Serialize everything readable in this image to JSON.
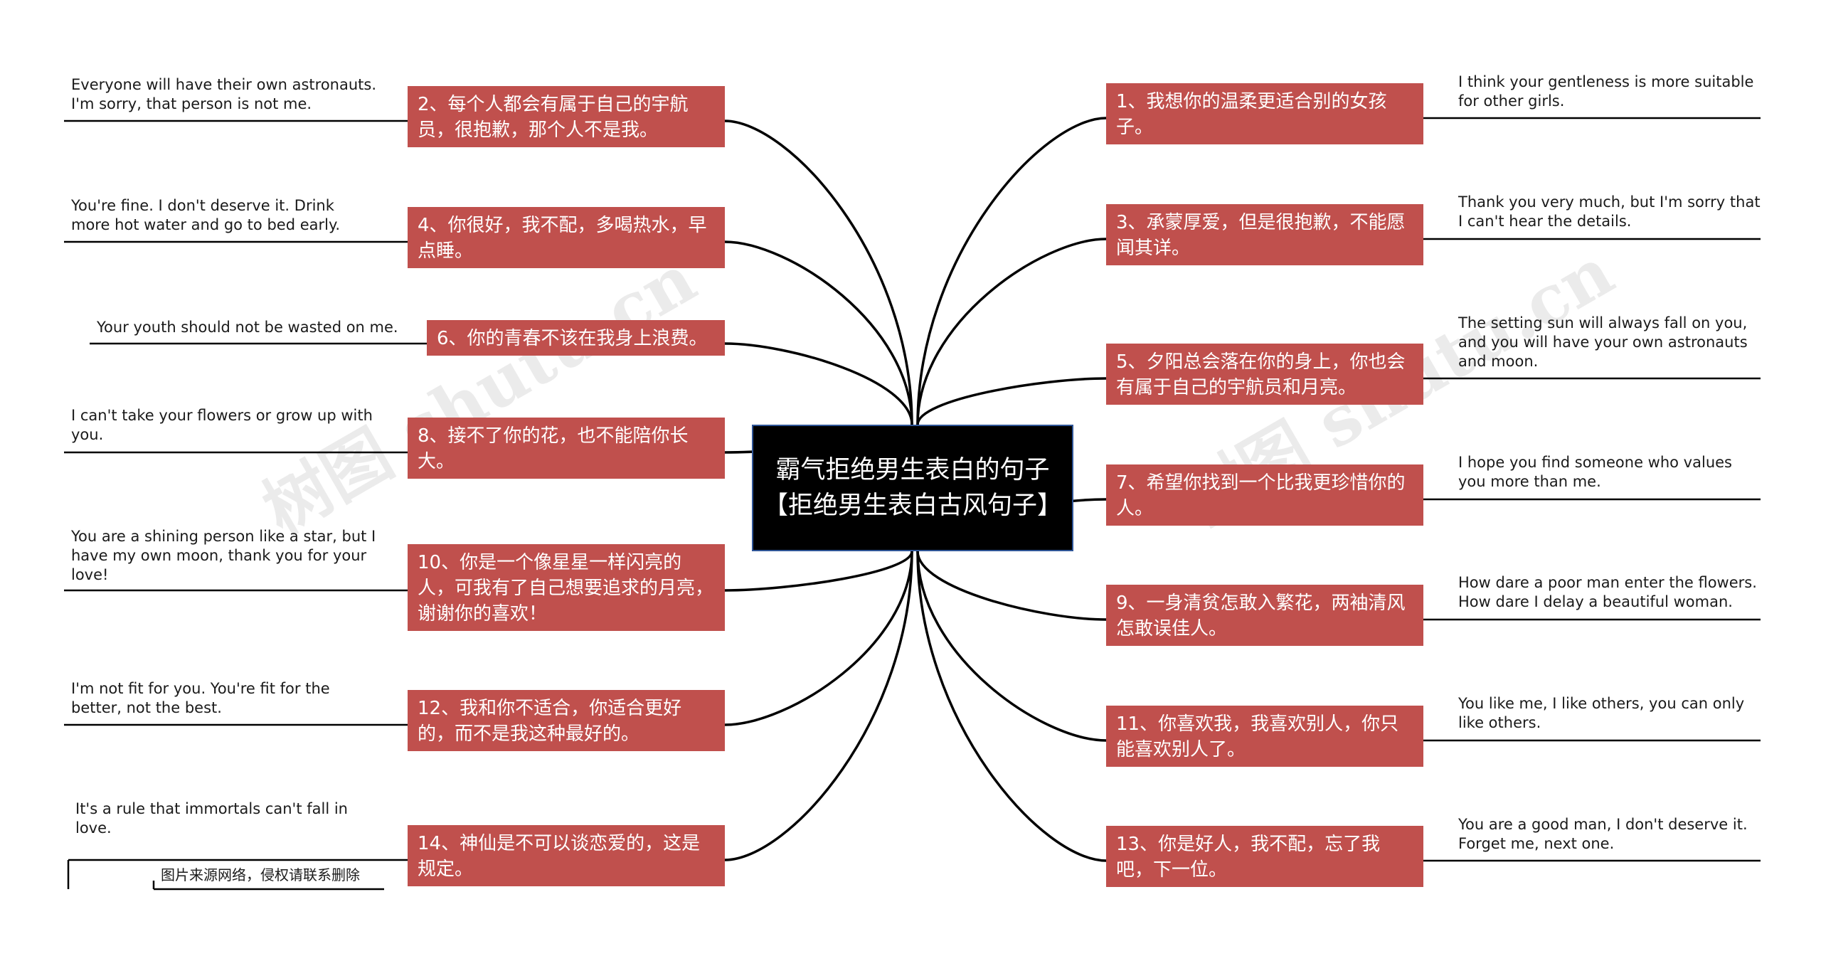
{
  "root": {
    "title": "霸气拒绝男生表白的句子【拒绝男生表白古风句子】"
  },
  "left_branches": [
    {
      "zh": "2、每个人都会有属于自己的宇航员，很抱歉，那个人不是我。",
      "en": "Everyone will have their own astronauts. I'm sorry, that person is not me."
    },
    {
      "zh": "4、你很好，我不配，多喝热水，早点睡。",
      "en": "You're fine. I don't deserve it. Drink more hot water and go to bed early."
    },
    {
      "zh": "6、你的青春不该在我身上浪费。",
      "en": "Your youth should not be wasted on me."
    },
    {
      "zh": "8、接不了你的花，也不能陪你长大。",
      "en": "I can't take your flowers or grow up with you."
    },
    {
      "zh": "10、你是一个像星星一样闪亮的人，可我有了自己想要追求的月亮，谢谢你的喜欢！",
      "en": "You are a shining person like a star, but I have my own moon, thank you for your love!"
    },
    {
      "zh": "12、我和你不适合，你适合更好的，而不是我这种最好的。",
      "en": "I'm not fit for you. You're fit for the better, not the best."
    },
    {
      "zh": "14、神仙是不可以谈恋爱的，这是规定。",
      "en": "It's a rule that immortals can't fall in love."
    }
  ],
  "right_branches": [
    {
      "zh": "1、我想你的温柔更适合别的女孩子。",
      "en": "I think your gentleness is more suitable for other girls."
    },
    {
      "zh": "3、承蒙厚爱，但是很抱歉，不能愿闻其详。",
      "en": "Thank you very much, but I'm sorry that I can't hear the details."
    },
    {
      "zh": "5、夕阳总会落在你的身上，你也会有属于自己的宇航员和月亮。",
      "en": "The setting sun will always fall on you, and you will have your own astronauts and moon."
    },
    {
      "zh": "7、希望你找到一个比我更珍惜你的人。",
      "en": "I hope you find someone who values you  more than me."
    },
    {
      "zh": "9、一身清贫怎敢入繁花，两袖清风怎敢误佳人。",
      "en": "How dare a poor man enter the flowers. How dare I delay a beautiful woman."
    },
    {
      "zh": "11、你喜欢我，我喜欢别人，你只能喜欢别人了。",
      "en": "You like me, I like others, you can only like others."
    },
    {
      "zh": "13、你是好人，我不配，忘了我吧，下一位。",
      "en": "You are a good man, I don't deserve it. Forget me, next one."
    }
  ],
  "credit": "图片来源网络，侵权请联系删除",
  "watermark": "树图 shutu.cn",
  "colors": {
    "node": "#c0504d",
    "root": "#000000",
    "root_border": "#2f5597",
    "line": "#000000"
  }
}
